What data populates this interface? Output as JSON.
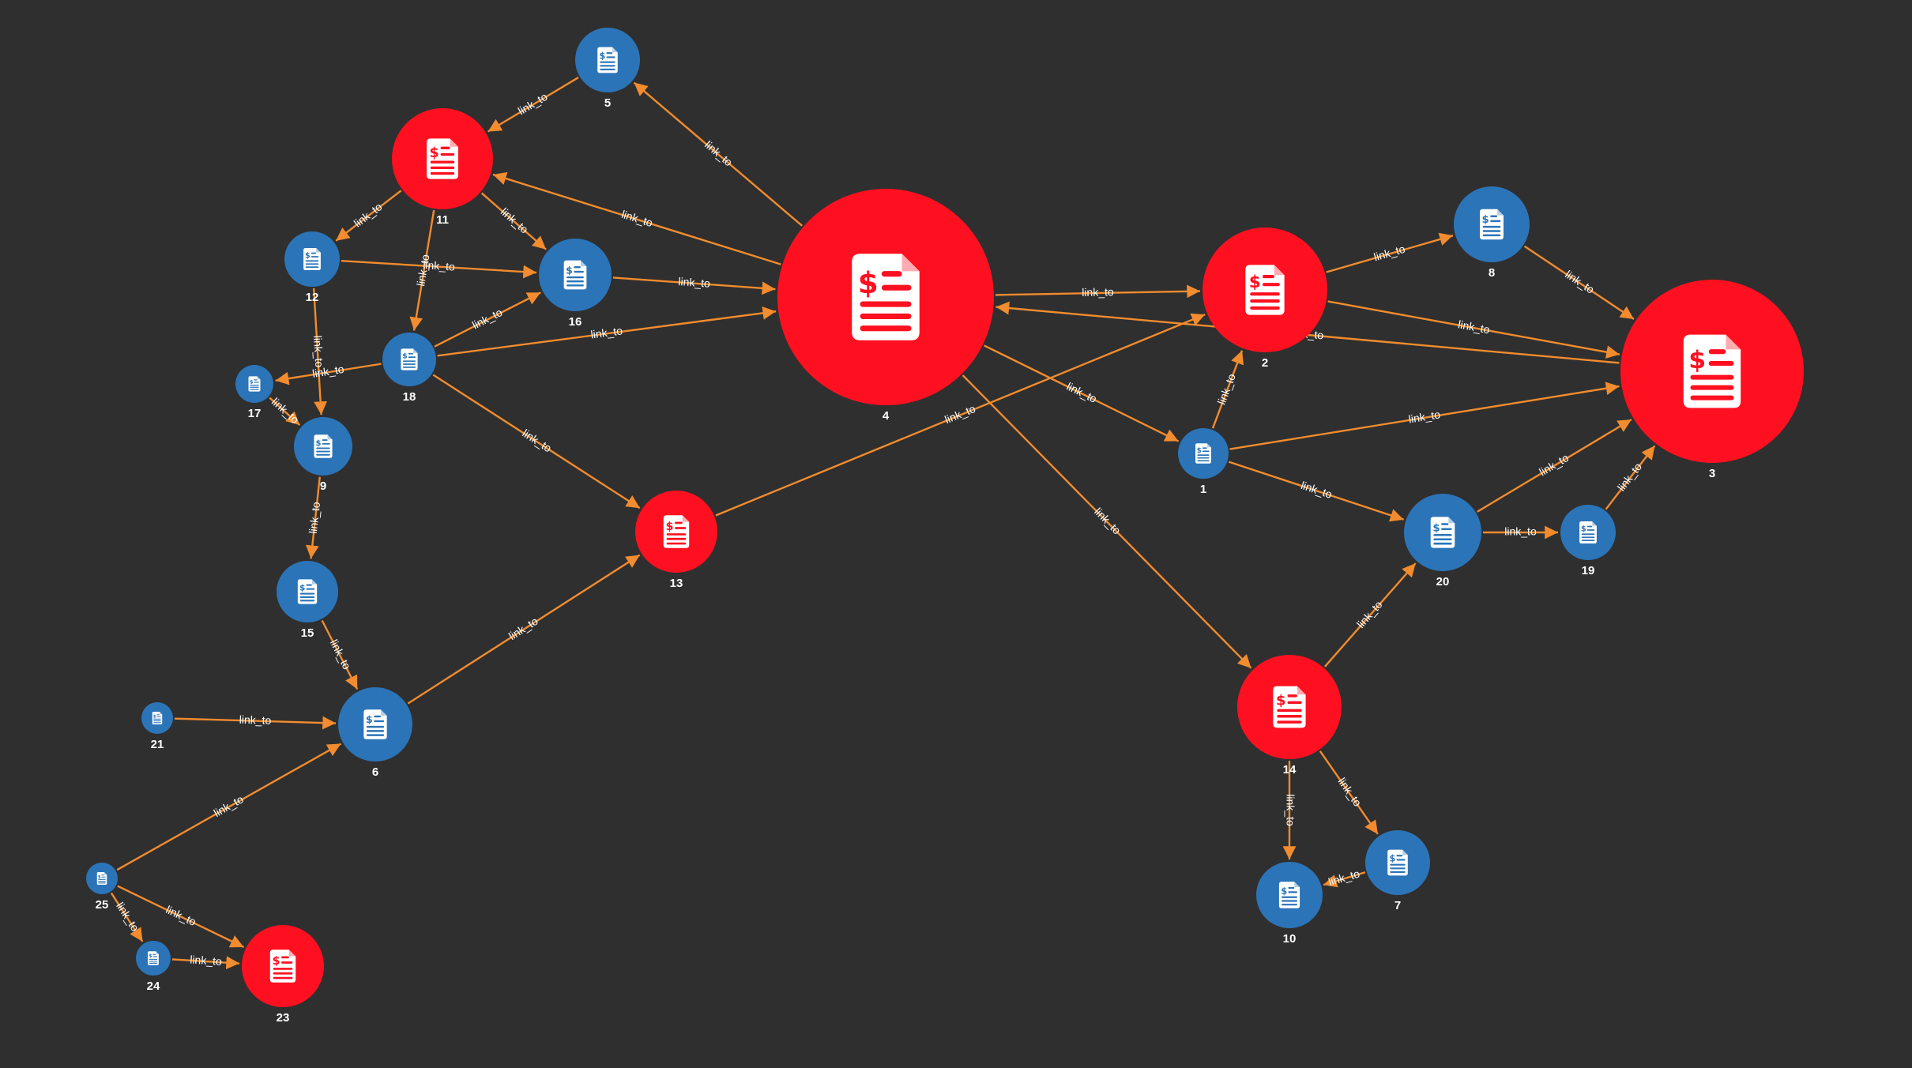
{
  "colors": {
    "background": "#2f2f2f",
    "edge": "#f28c2e",
    "node_normal": "#2b74b8",
    "node_flagged": "#ff1020",
    "label": "#ffffff"
  },
  "icon": "invoice-dollar-icon",
  "nodes": [
    {
      "id": "1",
      "label": "1",
      "type": "normal"
    },
    {
      "id": "2",
      "label": "2",
      "type": "flagged"
    },
    {
      "id": "3",
      "label": "3",
      "type": "flagged"
    },
    {
      "id": "4",
      "label": "4",
      "type": "flagged"
    },
    {
      "id": "5",
      "label": "5",
      "type": "normal"
    },
    {
      "id": "6",
      "label": "6",
      "type": "normal"
    },
    {
      "id": "7",
      "label": "7",
      "type": "normal"
    },
    {
      "id": "8",
      "label": "8",
      "type": "normal"
    },
    {
      "id": "9",
      "label": "9",
      "type": "normal"
    },
    {
      "id": "10",
      "label": "10",
      "type": "normal"
    },
    {
      "id": "11",
      "label": "11",
      "type": "flagged"
    },
    {
      "id": "12",
      "label": "12",
      "type": "normal"
    },
    {
      "id": "13",
      "label": "13",
      "type": "flagged"
    },
    {
      "id": "14",
      "label": "14",
      "type": "flagged"
    },
    {
      "id": "15",
      "label": "15",
      "type": "normal"
    },
    {
      "id": "16",
      "label": "16",
      "type": "normal"
    },
    {
      "id": "17",
      "label": "17",
      "type": "normal"
    },
    {
      "id": "18",
      "label": "18",
      "type": "normal"
    },
    {
      "id": "19",
      "label": "19",
      "type": "normal"
    },
    {
      "id": "20",
      "label": "20",
      "type": "normal"
    },
    {
      "id": "21",
      "label": "21",
      "type": "normal"
    },
    {
      "id": "23",
      "label": "23",
      "type": "flagged"
    },
    {
      "id": "24",
      "label": "24",
      "type": "normal"
    },
    {
      "id": "25",
      "label": "25",
      "type": "normal"
    }
  ],
  "edges": [
    {
      "from": "4",
      "to": "5",
      "label": "link_to"
    },
    {
      "from": "5",
      "to": "11",
      "label": "link_to"
    },
    {
      "from": "4",
      "to": "11",
      "label": "link_to"
    },
    {
      "from": "11",
      "to": "12",
      "label": "link_to"
    },
    {
      "from": "11",
      "to": "16",
      "label": "link_to"
    },
    {
      "from": "11",
      "to": "18",
      "label": "link_to"
    },
    {
      "from": "12",
      "to": "16",
      "label": "link_to"
    },
    {
      "from": "12",
      "to": "9",
      "label": "link_to"
    },
    {
      "from": "16",
      "to": "4",
      "label": "link_to"
    },
    {
      "from": "18",
      "to": "16",
      "label": "link_to"
    },
    {
      "from": "18",
      "to": "4",
      "label": "link_to"
    },
    {
      "from": "18",
      "to": "17",
      "label": "link_to"
    },
    {
      "from": "18",
      "to": "13",
      "label": "link_to"
    },
    {
      "from": "17",
      "to": "9",
      "label": "link_to"
    },
    {
      "from": "9",
      "to": "15",
      "label": "link_to"
    },
    {
      "from": "15",
      "to": "6",
      "label": "link_to"
    },
    {
      "from": "21",
      "to": "6",
      "label": "link_to"
    },
    {
      "from": "25",
      "to": "6",
      "label": "link_to"
    },
    {
      "from": "6",
      "to": "13",
      "label": "link_to"
    },
    {
      "from": "25",
      "to": "24",
      "label": "link_to"
    },
    {
      "from": "25",
      "to": "23",
      "label": "link_to"
    },
    {
      "from": "24",
      "to": "23",
      "label": "link_to"
    },
    {
      "from": "13",
      "to": "2",
      "label": "link_to"
    },
    {
      "from": "4",
      "to": "2",
      "label": "link_to"
    },
    {
      "from": "3",
      "to": "4",
      "label": "link_to"
    },
    {
      "from": "4",
      "to": "1",
      "label": "link_to"
    },
    {
      "from": "4",
      "to": "14",
      "label": "link_to"
    },
    {
      "from": "2",
      "to": "8",
      "label": "link_to"
    },
    {
      "from": "2",
      "to": "3",
      "label": "link_to"
    },
    {
      "from": "8",
      "to": "3",
      "label": "link_to"
    },
    {
      "from": "1",
      "to": "2",
      "label": "link_to"
    },
    {
      "from": "1",
      "to": "3",
      "label": "link_to"
    },
    {
      "from": "1",
      "to": "20",
      "label": "link_to"
    },
    {
      "from": "20",
      "to": "3",
      "label": "link_to"
    },
    {
      "from": "20",
      "to": "19",
      "label": "link_to"
    },
    {
      "from": "19",
      "to": "3",
      "label": "link_to"
    },
    {
      "from": "14",
      "to": "20",
      "label": "link_to"
    },
    {
      "from": "14",
      "to": "7",
      "label": "link_to"
    },
    {
      "from": "14",
      "to": "10",
      "label": "link_to"
    },
    {
      "from": "7",
      "to": "10",
      "label": "link_to"
    }
  ]
}
